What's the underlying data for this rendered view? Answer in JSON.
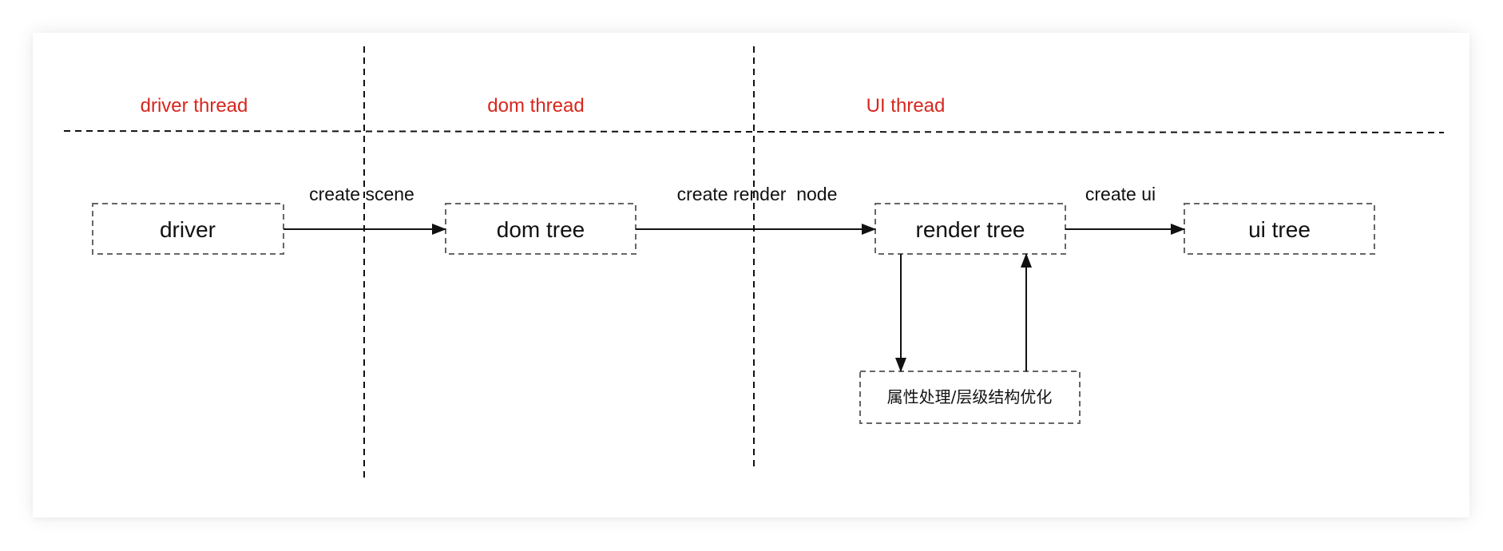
{
  "colors": {
    "thread_label": "#d8261d",
    "line": "#111111",
    "box_border": "#666666"
  },
  "threads": [
    {
      "id": "driver",
      "label": "driver thread"
    },
    {
      "id": "dom",
      "label": "dom thread"
    },
    {
      "id": "ui",
      "label": "UI thread"
    }
  ],
  "nodes": [
    {
      "id": "driver",
      "label": "driver"
    },
    {
      "id": "dom",
      "label": "dom tree"
    },
    {
      "id": "render",
      "label": "render tree"
    },
    {
      "id": "ui",
      "label": "ui tree"
    },
    {
      "id": "opt",
      "label": "属性处理/层级结构优化"
    }
  ],
  "edges": [
    {
      "from": "driver",
      "to": "dom",
      "label": "create scene"
    },
    {
      "from": "dom",
      "to": "render",
      "label": "create render  node"
    },
    {
      "from": "render",
      "to": "ui",
      "label": "create ui"
    },
    {
      "from": "render",
      "to": "opt",
      "label": ""
    },
    {
      "from": "opt",
      "to": "render",
      "label": ""
    }
  ]
}
